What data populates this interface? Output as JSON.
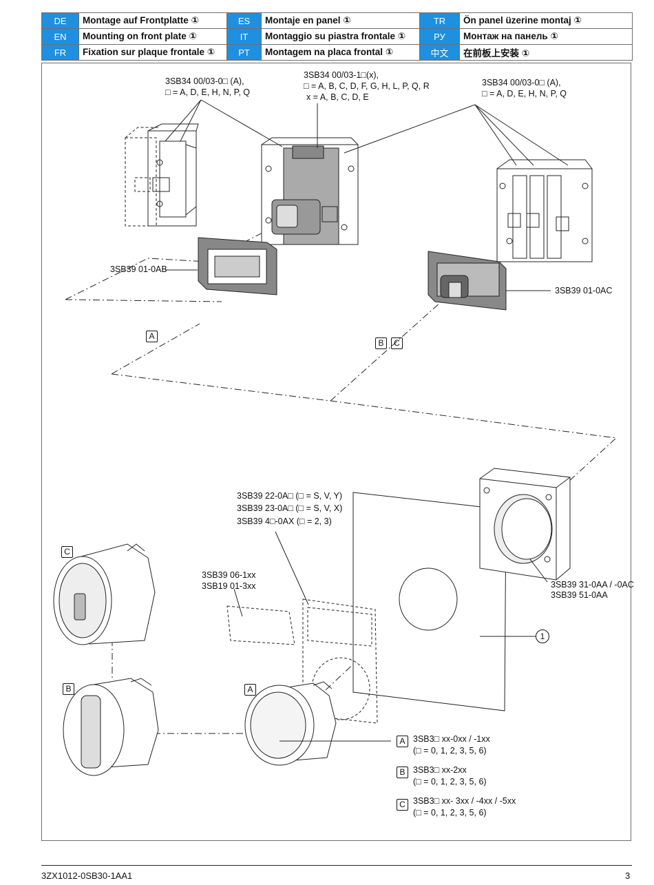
{
  "header": {
    "rows": [
      [
        {
          "code": "DE",
          "text": "Montage auf Frontplatte ①"
        },
        {
          "code": "ES",
          "text": "Montaje en panel ①"
        },
        {
          "code": "TR",
          "text": "Ön panel üzerine montaj ①"
        }
      ],
      [
        {
          "code": "EN",
          "text": "Mounting on front plate ①"
        },
        {
          "code": "IT",
          "text": "Montaggio su piastra frontale ①"
        },
        {
          "code": "РУ",
          "text": "Монтаж на панель ①"
        }
      ],
      [
        {
          "code": "FR",
          "text": "Fixation sur plaque frontale ①"
        },
        {
          "code": "PT",
          "text": "Montagem na placa frontal ①"
        },
        {
          "code": "中文",
          "text": "在前板上安装 ①"
        }
      ]
    ]
  },
  "labels": {
    "block_left_1": "3SB34 00/03-0□ (A),",
    "block_left_2": "□ = A, D, E, H, N, P, Q",
    "block_mid_1": "3SB34 00/03-1□(x),",
    "block_mid_2": "□ = A, B, C, D, F, G, H, L, P, Q, R",
    "block_mid_3": "x = A, B, C, D, E",
    "block_right_1": "3SB34 00/03-0□ (A),",
    "block_right_2": "□ = A, D, E, H, N, P, Q",
    "holder_ab": "3SB39 01-0AB",
    "holder_ac": "3SB39 01-0AC",
    "tag_a_top": "A",
    "tag_b_top": "B",
    "tag_c_top": "C",
    "plate_1": "3SB39 22-0A□ (□ = S, V, Y)",
    "plate_2": "3SB39 23-0A□ (□ = S, V, X)",
    "plate_3": "3SB39 4□-0AX (□ = 2, 3)",
    "label_1": "3SB39 06-1xx",
    "label_2": "3SB19 01-3xx",
    "enclosure_1": "3SB39 31-0AA / -0AC",
    "enclosure_2": "3SB39 51-0AA",
    "front_plate_ref": "1",
    "tag_c_left": "C",
    "tag_b_left": "B",
    "tag_a_mid": "A",
    "legend": [
      {
        "tag": "A",
        "line1": "3SB3□ xx-0xx / -1xx",
        "line2": "(□ = 0, 1, 2, 3, 5, 6)"
      },
      {
        "tag": "B",
        "line1": "3SB3□ xx-2xx",
        "line2": "(□ = 0, 1, 2, 3, 5, 6)"
      },
      {
        "tag": "C",
        "line1": "3SB3□ xx- 3xx / -4xx / -5xx",
        "line2": "(□ = 0, 1, 2, 3, 5, 6)"
      }
    ]
  },
  "footer": {
    "doc_number": "3ZX1012-0SB30-1AA1",
    "page": "3"
  }
}
